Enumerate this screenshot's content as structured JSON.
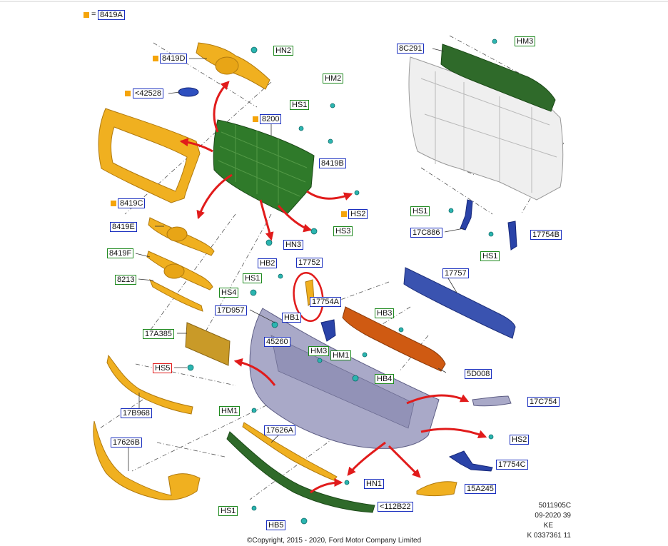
{
  "legend": {
    "symbol": "=",
    "code": "8419A"
  },
  "colors": {
    "orange_part": "#f0b020",
    "green_part": "#2f6a2a",
    "blue_part": "#3a53b0",
    "rust_part": "#cf5a12",
    "silver_part": "#a9a9c8",
    "arrow": "#e11b1b",
    "callout_blue": "#1a2fbf",
    "callout_green": "#1f8a1f",
    "highlight_ring": "#e11b1b"
  },
  "labels": {
    "l8419D": "8419D",
    "l42528": "<42528",
    "l8200": "8200",
    "l8419C": "8419C",
    "lHN2": "HN2",
    "lHM2": "HM2",
    "lHS1a": "HS1",
    "l8419B": "8419B",
    "lHS2a": "HS2",
    "lHS3": "HS3",
    "lHN3": "HN3",
    "l8419E": "8419E",
    "l8419F": "8419F",
    "l8213": "8213",
    "lHB2": "HB2",
    "lHS1b": "HS1",
    "lHS4": "HS4",
    "l17752": "17752",
    "l17D957": "17D957",
    "l17754A": "17754A",
    "lHB1": "HB1",
    "l45260": "45260",
    "l17A385": "17A385",
    "lHS5": "HS5",
    "lHM3a": "HM3",
    "lHM1a": "HM1",
    "l17B968": "17B968",
    "lHM1b": "HM1",
    "l17626A": "17626A",
    "l17626B": "17626B",
    "lHS1c": "HS1",
    "lHB5": "HB5",
    "l112B22": "<112B22",
    "lHN1": "HN1",
    "l8C291": "8C291",
    "lHM3b": "HM3",
    "lHS1d": "HS1",
    "l17C886": "17C886",
    "lHS1e": "HS1",
    "l17754B": "17754B",
    "l17757": "17757",
    "lHB3": "HB3",
    "l5D008": "5D008",
    "lHB4": "HB4",
    "l17C754": "17C754",
    "lHS2b": "HS2",
    "l17754C": "17754C",
    "l15A245": "15A245"
  },
  "footer": {
    "code1": "5011905C",
    "code2": "09-2020 39",
    "code3": "KE",
    "code4": "K 0337361 11",
    "copyright": "©Copyright, 2015 - 2020, Ford Motor Company Limited"
  }
}
